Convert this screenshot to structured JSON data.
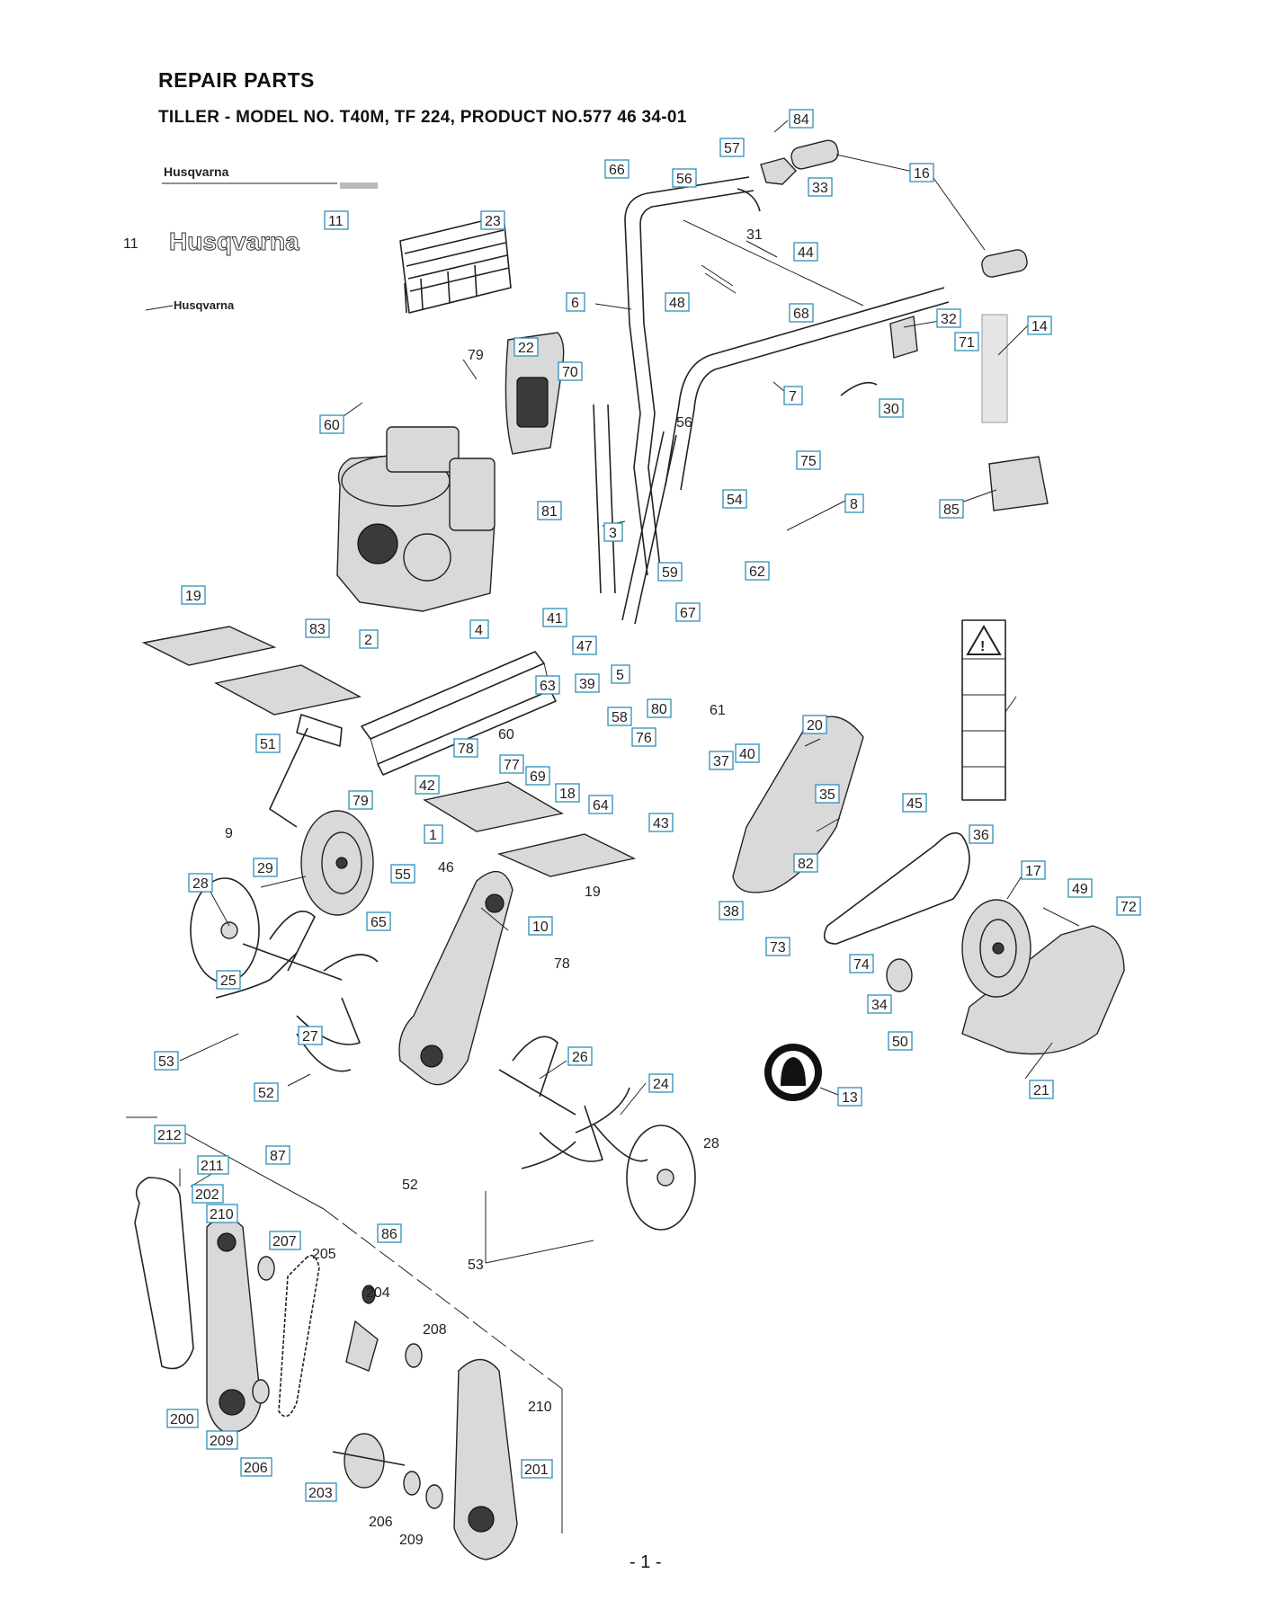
{
  "header": {
    "title": "REPAIR PARTS",
    "subtitle": "TILLER - MODEL NO. T40M, TF 224, PRODUCT NO.577 46 34-01"
  },
  "logos": {
    "brand": "Husqvarna"
  },
  "footer": {
    "page_number": "- 1 -"
  },
  "callouts": {
    "boxed": [
      "84",
      "57",
      "66",
      "56",
      "33",
      "16",
      "11",
      "23",
      "31",
      "44",
      "6",
      "48",
      "68",
      "32",
      "14",
      "71",
      "22",
      "7",
      "30",
      "70",
      "60",
      "75",
      "54",
      "85",
      "81",
      "3",
      "8",
      "62",
      "59",
      "67",
      "41",
      "19",
      "83",
      "2",
      "4",
      "47",
      "63",
      "39",
      "5",
      "80",
      "58",
      "76",
      "20",
      "51",
      "78",
      "37",
      "40",
      "77",
      "69",
      "42",
      "79",
      "18",
      "64",
      "35",
      "45",
      "43",
      "1",
      "29",
      "55",
      "82",
      "36",
      "28",
      "65",
      "10",
      "17",
      "38",
      "49",
      "72",
      "73",
      "74",
      "34",
      "25",
      "50",
      "53",
      "27",
      "26",
      "24",
      "52",
      "21",
      "13",
      "212",
      "211",
      "87",
      "202",
      "210",
      "207",
      "86",
      "200",
      "209",
      "206",
      "203",
      "201"
    ],
    "plain": [
      "11",
      "79",
      "56",
      "61",
      "9",
      "60",
      "19",
      "46",
      "78",
      "28",
      "52",
      "53",
      "205",
      "204",
      "208",
      "210",
      "206",
      "209"
    ]
  },
  "colors": {
    "callout_border": "#2e8fb8",
    "line_art": "#222222"
  }
}
